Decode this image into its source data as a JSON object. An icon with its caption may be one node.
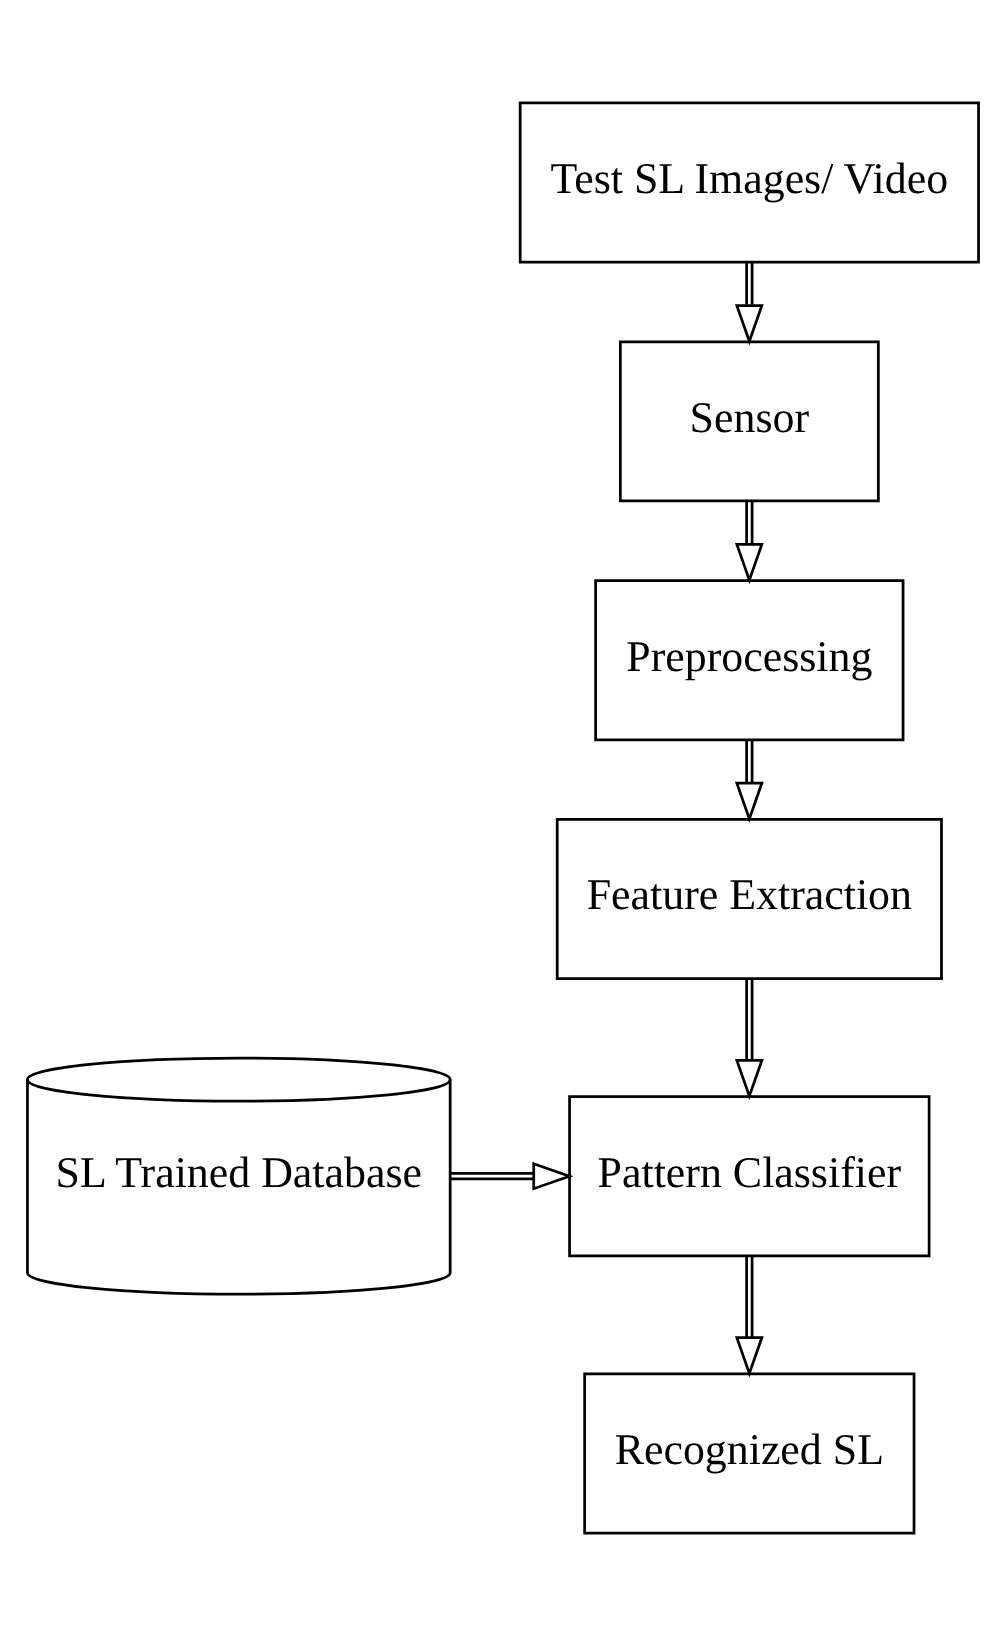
{
  "diagram": {
    "nodes": [
      {
        "text": [
          "Test SL Images/ Video"
        ]
      },
      {
        "text": [
          "Sensor"
        ]
      },
      {
        "text": [
          "Preprocessing"
        ]
      },
      {
        "text": [
          "Feature Extraction"
        ]
      },
      {
        "text": [
          "SL Trained Database"
        ]
      },
      {
        "text": [
          "Pattern Classifier"
        ]
      },
      {
        "text": [
          "Recognized SL"
        ]
      }
    ],
    "edges": [
      {
        "from": 0,
        "to": 1,
        "arrow": "to"
      },
      {
        "from": 1,
        "to": 2,
        "arrow": "to"
      },
      {
        "from": 2,
        "to": 3,
        "arrow": "to"
      },
      {
        "from": 3,
        "to": 5,
        "arrow": "to"
      },
      {
        "from": 4,
        "to": 5,
        "arrow": "to"
      },
      {
        "from": 5,
        "to": 6,
        "arrow": "to"
      }
    ]
  }
}
